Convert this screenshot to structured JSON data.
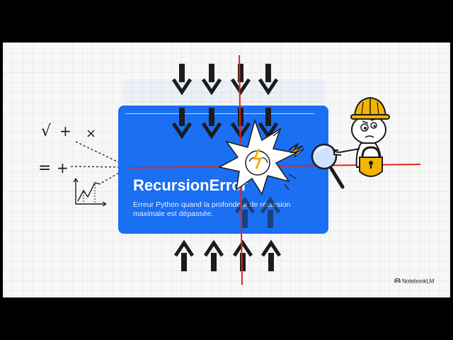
{
  "card": {
    "title": "RecursionError",
    "description": "Erreur Python quand la profondeur de récursion maximale est dépassée."
  },
  "branding": {
    "label": "NotebookLM",
    "icon": "notebooklm-logo-icon"
  },
  "math_doodle": {
    "symbols": [
      "√",
      "+",
      "×",
      "=",
      "+"
    ],
    "icons": [
      "math-symbols-icon",
      "bar-chart-icon"
    ]
  },
  "scene": {
    "icons": [
      "arrow-down-icon",
      "arrow-up-icon",
      "explosion-icon",
      "lightning-icon",
      "magnifier-icon",
      "worker-character-icon",
      "hard-hat-icon",
      "padlock-icon",
      "crosshair-line"
    ]
  },
  "colors": {
    "background": "#000000",
    "slide": "#f7f7f7",
    "card": "#1a6ff2",
    "crosshair": "#e0271e",
    "hard_hat": "#f5b400",
    "arrow": "#1c1c1c"
  }
}
